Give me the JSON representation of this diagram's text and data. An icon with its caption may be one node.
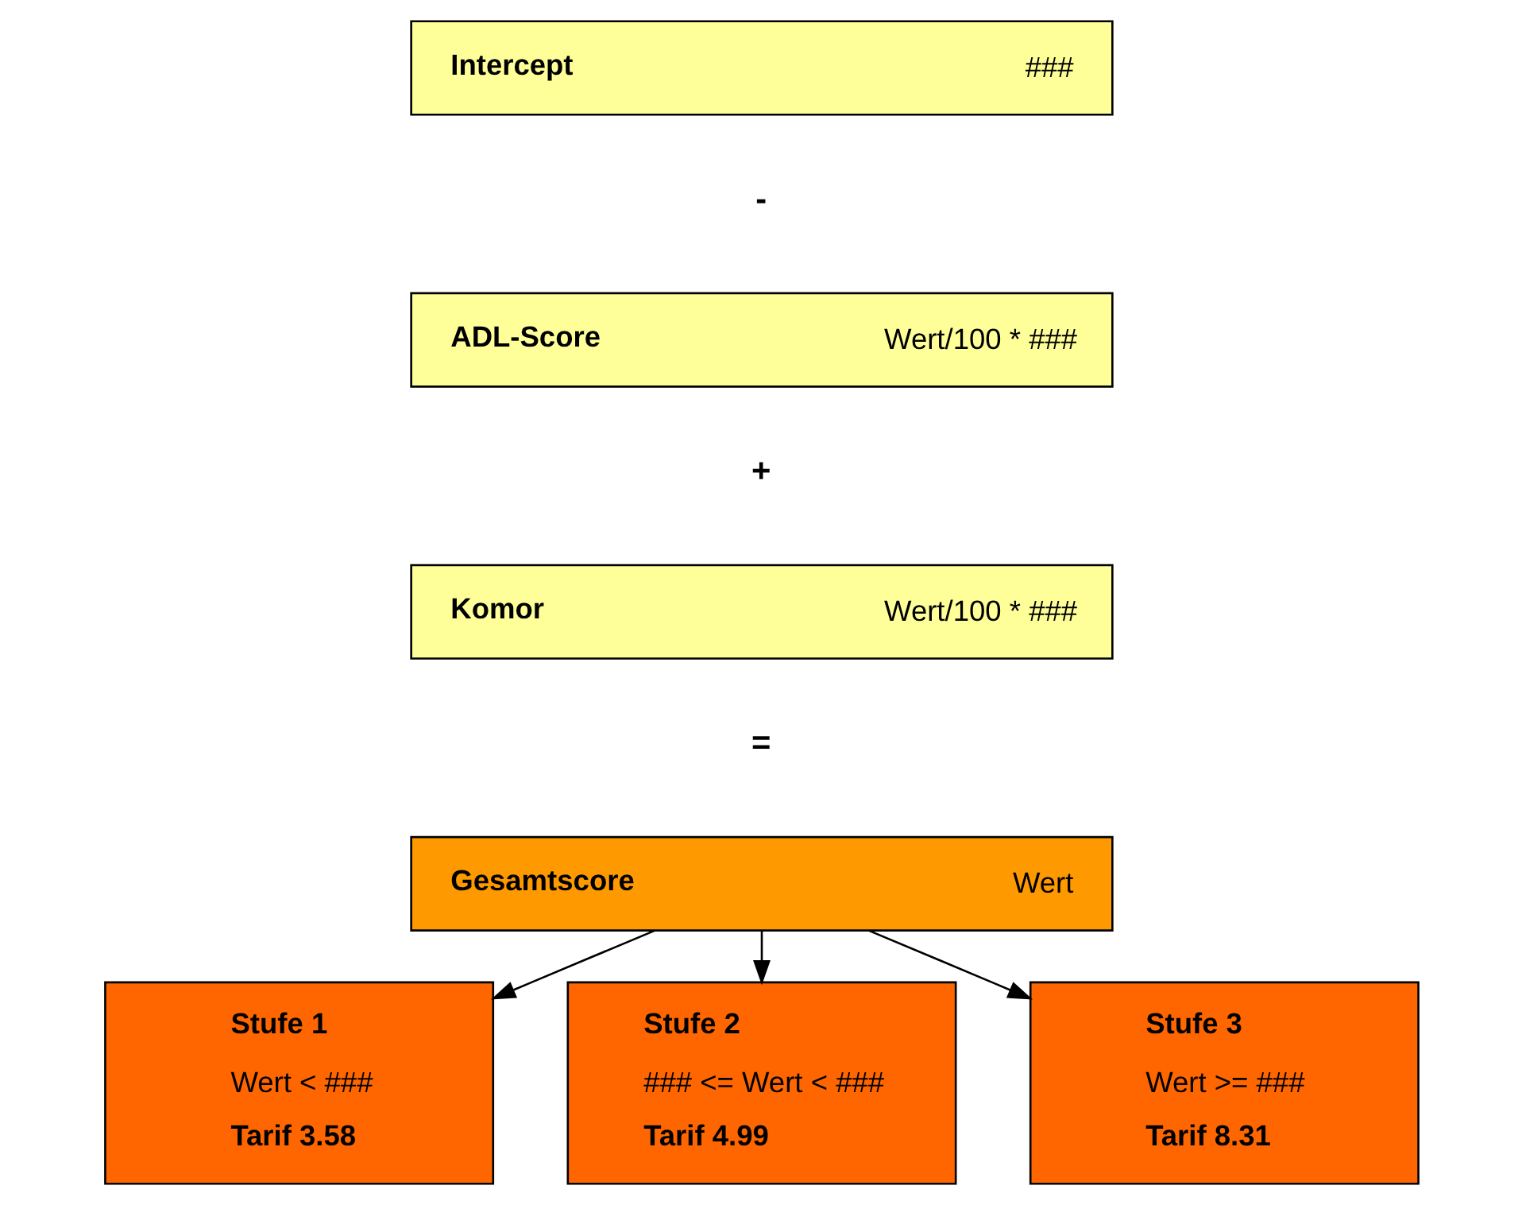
{
  "diagram": {
    "nodes": [
      {
        "text": [
          "Intercept",
          "###"
        ]
      },
      {
        "text": [
          "ADL-Score",
          "Wert/100 * ###"
        ]
      },
      {
        "text": [
          "Komor",
          "Wert/100 * ###"
        ]
      },
      {
        "text": [
          "Gesamtscore",
          "Wert"
        ]
      },
      {
        "text": [
          "Stufe 1",
          "Wert < ###",
          "Tarif 3.58"
        ]
      },
      {
        "text": [
          "Stufe 2",
          "### <= Wert < ###",
          "Tarif 4.99"
        ]
      },
      {
        "text": [
          "Stufe 3",
          "Wert >= ###",
          "Tarif 8.31"
        ]
      }
    ],
    "edges": [
      {
        "from": 3,
        "to": 4,
        "arrow": "to"
      },
      {
        "from": 3,
        "to": 5,
        "arrow": "to"
      },
      {
        "from": 3,
        "to": 6,
        "arrow": "to"
      }
    ],
    "labels": [
      "-",
      "+",
      "="
    ]
  }
}
